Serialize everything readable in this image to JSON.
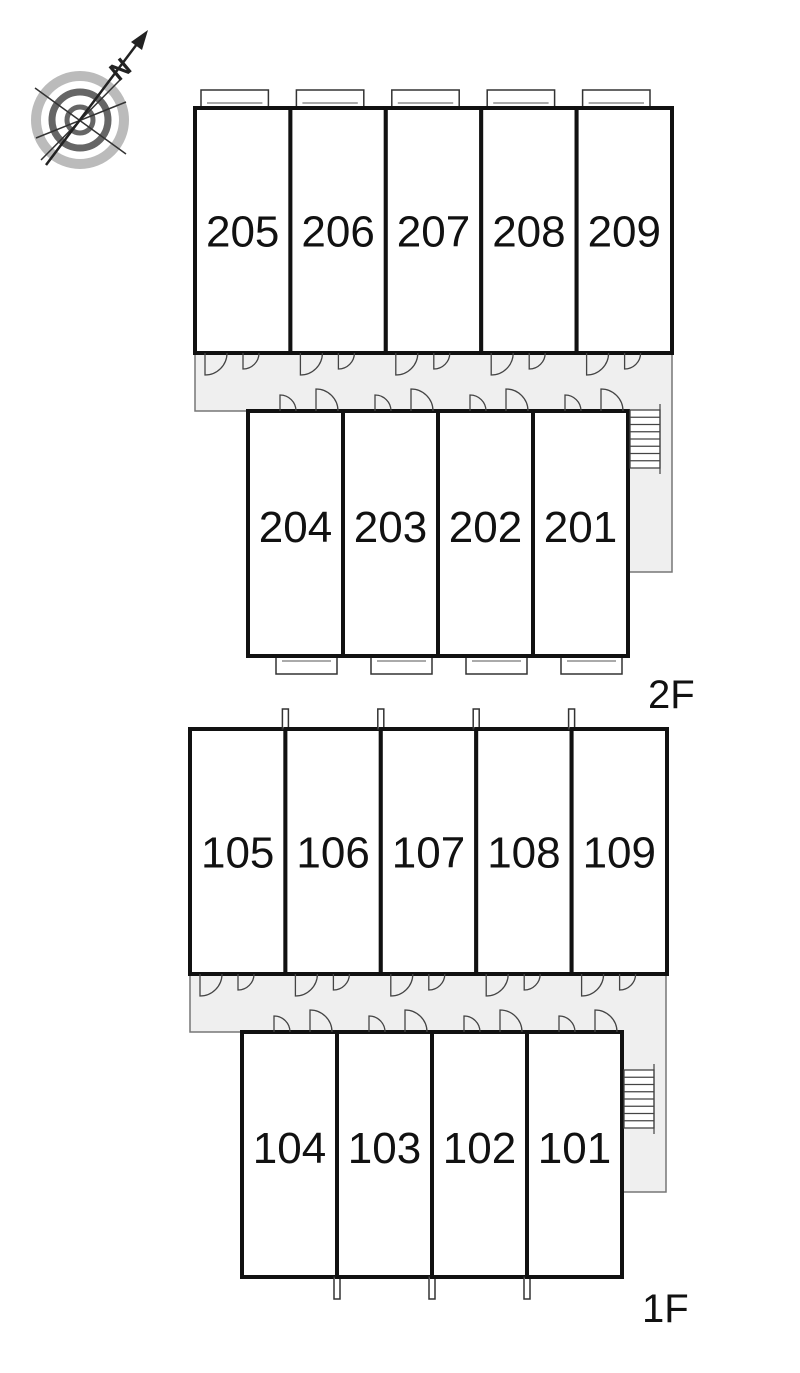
{
  "compass": {
    "north_label": "N",
    "icon": "compass-rose-icon"
  },
  "floor2": {
    "label": "2F",
    "top_row": [
      "205",
      "206",
      "207",
      "208",
      "209"
    ],
    "bottom_row": [
      "204",
      "203",
      "202",
      "201"
    ]
  },
  "floor1": {
    "label": "1F",
    "top_row": [
      "105",
      "106",
      "107",
      "108",
      "109"
    ],
    "bottom_row": [
      "104",
      "103",
      "102",
      "101"
    ]
  }
}
